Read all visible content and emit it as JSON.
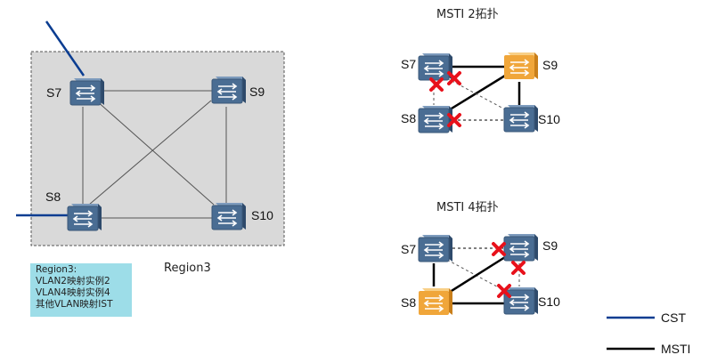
{
  "region_diagram": {
    "region_label": "Region3",
    "switches": [
      {
        "id": "S7",
        "label": "S7"
      },
      {
        "id": "S9",
        "label": "S9"
      },
      {
        "id": "S8",
        "label": "S8"
      },
      {
        "id": "S10",
        "label": "S10"
      }
    ],
    "note_lines": [
      "Region3:",
      "VLAN2映射实例2",
      "VLAN4映射实例4",
      "其他VLAN映射IST"
    ]
  },
  "msti2": {
    "title": "MSTI 2拓扑",
    "root": "S9",
    "labels": {
      "S7": "S7",
      "S9": "S9",
      "S8": "S8",
      "S10": "S10"
    },
    "active_links": [
      [
        "S7",
        "S9"
      ],
      [
        "S9",
        "S10"
      ],
      [
        "S9",
        "S8"
      ]
    ],
    "blocked_links": [
      [
        "S7",
        "S8"
      ],
      [
        "S7",
        "S10"
      ],
      [
        "S8",
        "S10"
      ]
    ]
  },
  "msti4": {
    "title": "MSTI 4拓扑",
    "root": "S8",
    "labels": {
      "S7": "S7",
      "S9": "S9",
      "S8": "S8",
      "S10": "S10"
    },
    "active_links": [
      [
        "S7",
        "S8"
      ],
      [
        "S8",
        "S9"
      ],
      [
        "S8",
        "S10"
      ]
    ],
    "blocked_links": [
      [
        "S7",
        "S9"
      ],
      [
        "S7",
        "S10"
      ],
      [
        "S9",
        "S10"
      ]
    ]
  },
  "legend": {
    "items": [
      {
        "label": "CST",
        "color": "#0b3d91"
      },
      {
        "label": "MSTI",
        "color": "#000000"
      }
    ]
  },
  "colors": {
    "switch_blue": "#4a6d93",
    "switch_orange": "#f0a63a",
    "region_bg": "#d9d9d9",
    "note_bg": "#9ddde8",
    "block_mark": "#e8111b"
  }
}
